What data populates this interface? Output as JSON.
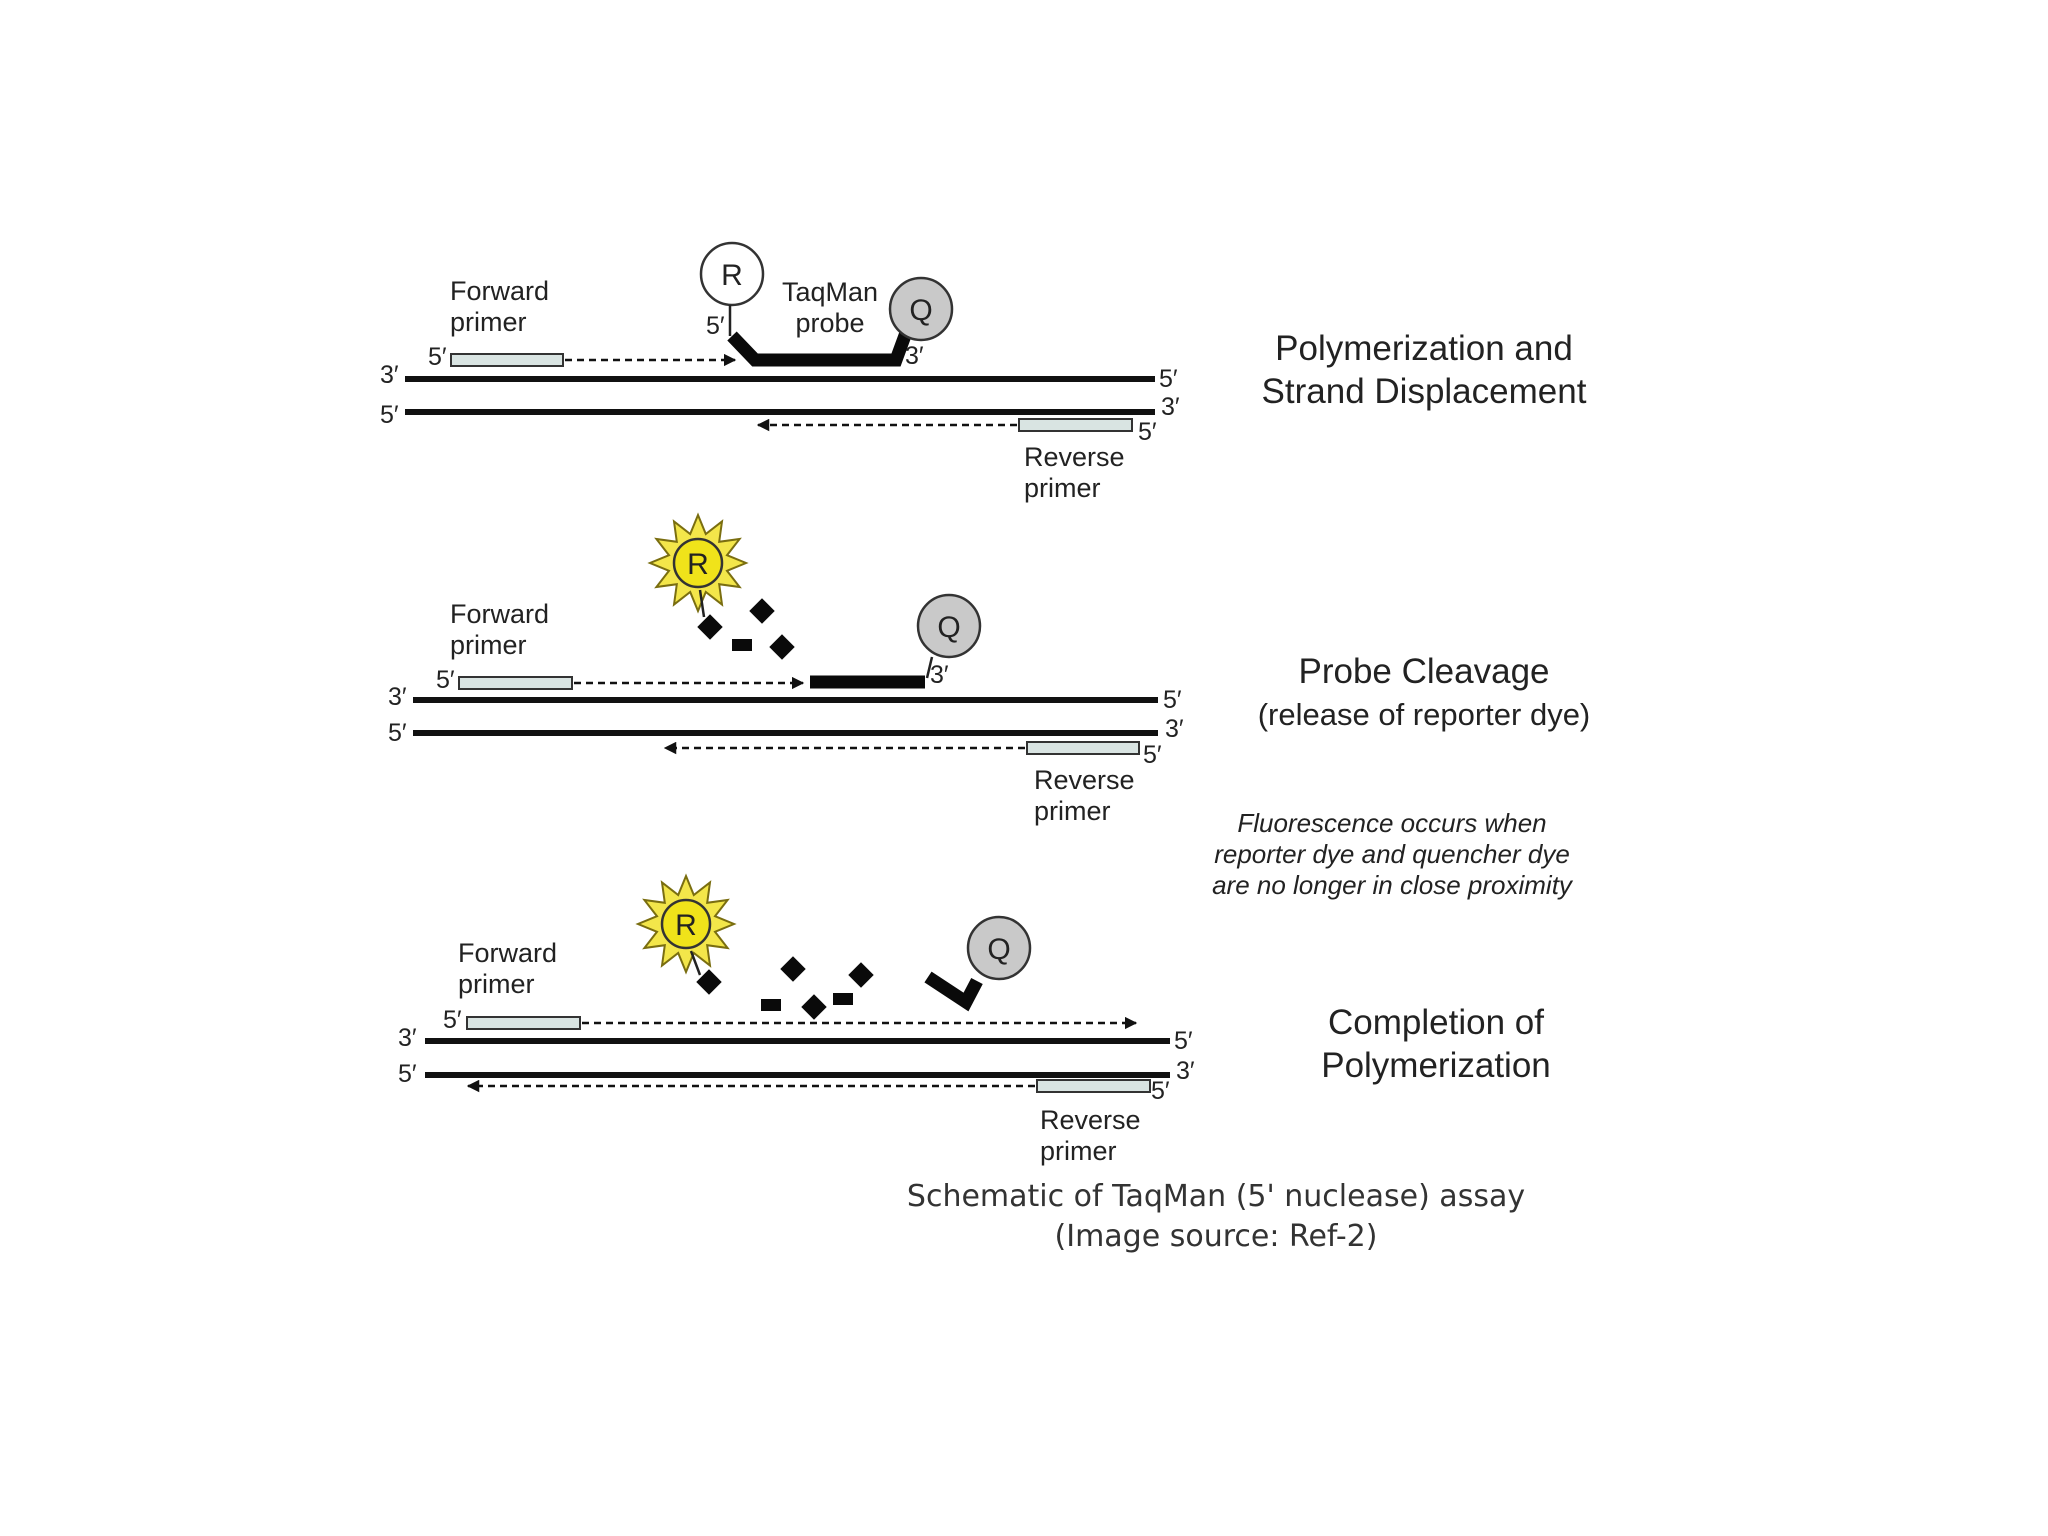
{
  "end_labels": {
    "five_prime": "5′",
    "three_prime": "3′"
  },
  "dyes": {
    "reporter": "R",
    "quencher": "Q"
  },
  "panels": [
    {
      "step_title_line1": "Polymerization and",
      "step_title_line2": "Strand Displacement",
      "forward_primer_line1": "Forward",
      "forward_primer_line2": "primer",
      "reverse_primer_line1": "Reverse",
      "reverse_primer_line2": "primer",
      "probe_label_line1": "TaqMan",
      "probe_label_line2": "probe"
    },
    {
      "step_title_line1": "Probe Cleavage",
      "step_title_line2": "(release of reporter dye)",
      "forward_primer_line1": "Forward",
      "forward_primer_line2": "primer",
      "reverse_primer_line1": "Reverse",
      "reverse_primer_line2": "primer"
    },
    {
      "step_title_line1": "Completion of",
      "step_title_line2": "Polymerization",
      "forward_primer_line1": "Forward",
      "forward_primer_line2": "primer",
      "reverse_primer_line1": "Reverse",
      "reverse_primer_line2": "primer"
    }
  ],
  "fluorescence_note": [
    "Fluorescence occurs when",
    "reporter dye and quencher dye",
    "are no longer in close proximity"
  ],
  "caption": {
    "line1": "Schematic of TaqMan (5' nuclease) assay",
    "line2": "(Image source: Ref-2)"
  },
  "colors": {
    "primer_fill": "#d9e4e2",
    "reporter_fluorescent": "#f0e31a",
    "quencher": "#c9c9c9",
    "strand": "#111111"
  }
}
